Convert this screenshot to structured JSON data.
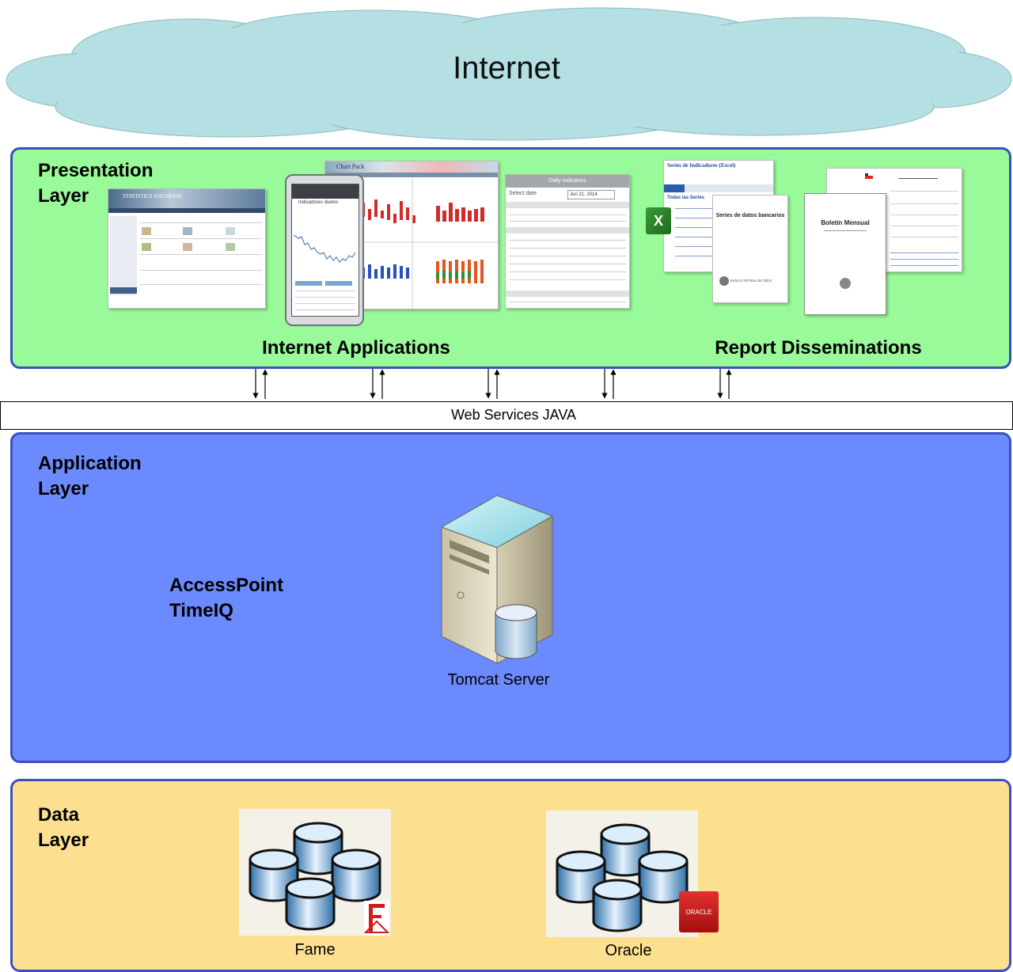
{
  "cloud": {
    "label": "Internet",
    "color": "#b4dfe3"
  },
  "presentation": {
    "title": "Presentation\nLayer",
    "left_group_label": "Internet Applications",
    "right_group_label": "Report Disseminations",
    "bg_color": "#99fa99"
  },
  "web_services": {
    "label": "Web Services JAVA"
  },
  "application": {
    "title": "Application\nLayer",
    "component_label": "AccessPoint\nTimeIQ",
    "server_caption": "Tomcat Server",
    "bg_color": "#6b8afe"
  },
  "data": {
    "title": "Data\nLayer",
    "databases": [
      {
        "caption": "Fame"
      },
      {
        "caption": "Oracle"
      }
    ],
    "bg_color": "#fde08f"
  },
  "thumbnails": {
    "statistics_site_title": "STATISTICS DATABASE",
    "mobile_title": "Indicadores diarios",
    "chart_pack_title": "Chart Pack",
    "daily_indicators_title": "Daily indicators",
    "daily_indicators_date_label": "Select date",
    "daily_indicators_date": "Jun 21, 2014",
    "excel_series_title": "Series de Indicadores (Excel)",
    "excel_all_series": "Todas las Series",
    "bank_series_title": "Series de datos bancarios",
    "bank_name": "BANCO CENTRAL DE CHILE",
    "bulletin_title": "Boletín Mensual",
    "oracle_badge": "ORACLE"
  }
}
